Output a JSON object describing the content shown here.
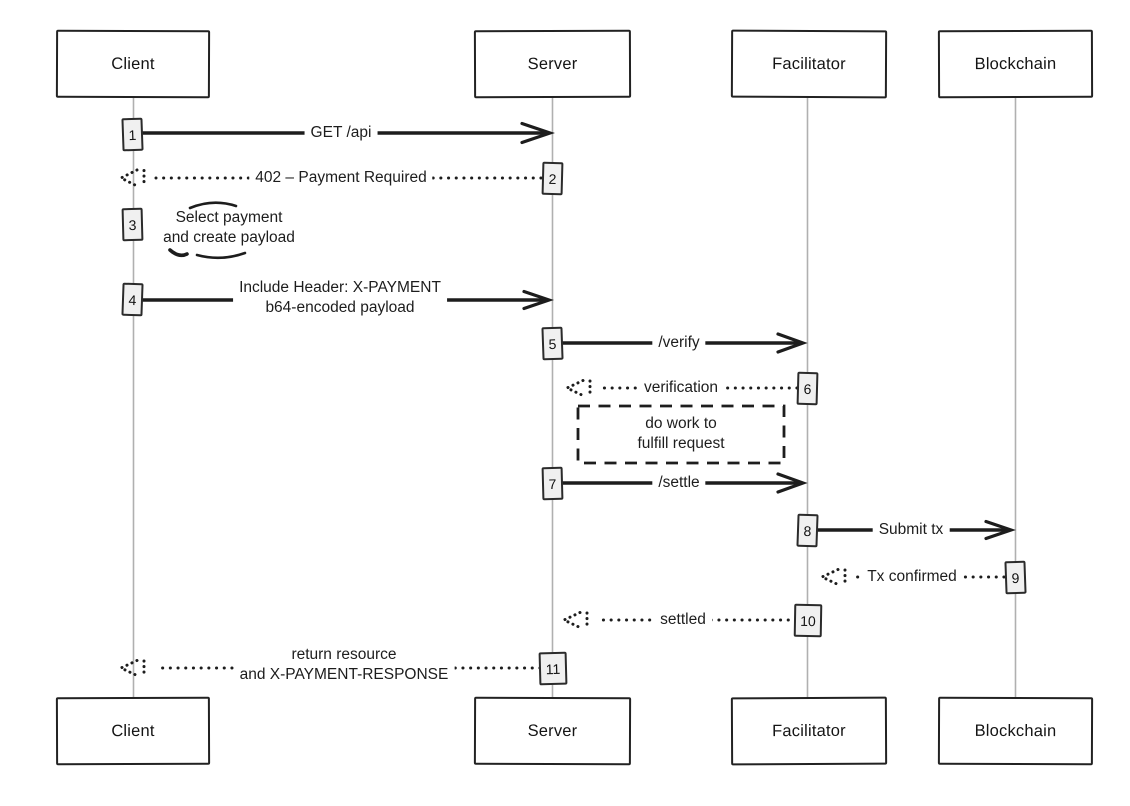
{
  "colors": {
    "ink": "#1d1d1d",
    "lifeline": "#b0b0b0",
    "badge_fill": "#f0f0f0",
    "background": "#ffffff"
  },
  "actors": [
    {
      "id": "client",
      "label": "Client"
    },
    {
      "id": "server",
      "label": "Server"
    },
    {
      "id": "facilitator",
      "label": "Facilitator"
    },
    {
      "id": "blockchain",
      "label": "Blockchain"
    }
  ],
  "messages": [
    {
      "step": "1",
      "from": "client",
      "to": "server",
      "style": "solid",
      "lines": [
        "GET /api"
      ]
    },
    {
      "step": "2",
      "from": "server",
      "to": "client",
      "style": "dotted",
      "lines": [
        "402 – Payment Required"
      ]
    },
    {
      "step": "3",
      "from": "client",
      "to": "client",
      "style": "self",
      "lines": [
        "Select payment",
        "and create payload"
      ]
    },
    {
      "step": "4",
      "from": "client",
      "to": "server",
      "style": "solid",
      "lines": [
        "Include Header: X-PAYMENT",
        "b64-encoded payload"
      ]
    },
    {
      "step": "5",
      "from": "server",
      "to": "facilitator",
      "style": "solid",
      "lines": [
        "/verify"
      ]
    },
    {
      "step": "6",
      "from": "facilitator",
      "to": "server",
      "style": "dotted",
      "lines": [
        "verification"
      ]
    },
    {
      "step": "7",
      "from": "server",
      "to": "facilitator",
      "style": "solid",
      "lines": [
        "/settle"
      ]
    },
    {
      "step": "8",
      "from": "facilitator",
      "to": "blockchain",
      "style": "solid",
      "lines": [
        "Submit tx"
      ]
    },
    {
      "step": "9",
      "from": "blockchain",
      "to": "facilitator",
      "style": "dotted",
      "lines": [
        "Tx confirmed"
      ]
    },
    {
      "step": "10",
      "from": "facilitator",
      "to": "server",
      "style": "dotted",
      "lines": [
        "settled"
      ]
    },
    {
      "step": "11",
      "from": "server",
      "to": "client",
      "style": "dotted",
      "lines": [
        "return resource",
        "and X-PAYMENT-RESPONSE"
      ]
    }
  ],
  "note": {
    "lines": [
      "do work to",
      "fulfill request"
    ]
  }
}
